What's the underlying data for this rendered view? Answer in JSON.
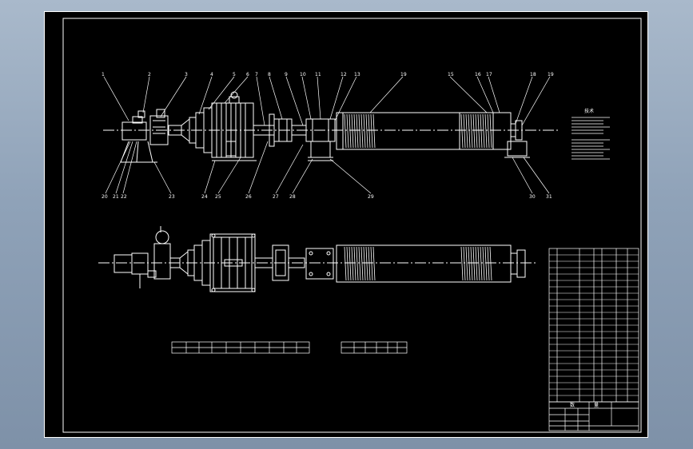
{
  "drawing": {
    "balloons_top": [
      "1",
      "2",
      "3",
      "4",
      "5",
      "6",
      "7",
      "8",
      "9",
      "10",
      "11",
      "12",
      "13",
      "19",
      "15",
      "16",
      "17",
      "18",
      "19"
    ],
    "balloons_bottom": [
      "20",
      "21",
      "22",
      "23",
      "24",
      "25",
      "26",
      "27",
      "28",
      "29",
      "30",
      "31"
    ],
    "notes_title": "技术",
    "table_left_row1": [
      "",
      "",
      "",
      "",
      "",
      "",
      "",
      "",
      "",
      "",
      "",
      ""
    ],
    "table_right_row1": [
      "",
      "",
      "",
      "",
      "",
      ""
    ],
    "title_block": {
      "label_a": "数",
      "label_b": "量"
    }
  },
  "colors": {
    "background": "#000000",
    "line": "#ffffff",
    "frame": "#ffffff"
  }
}
